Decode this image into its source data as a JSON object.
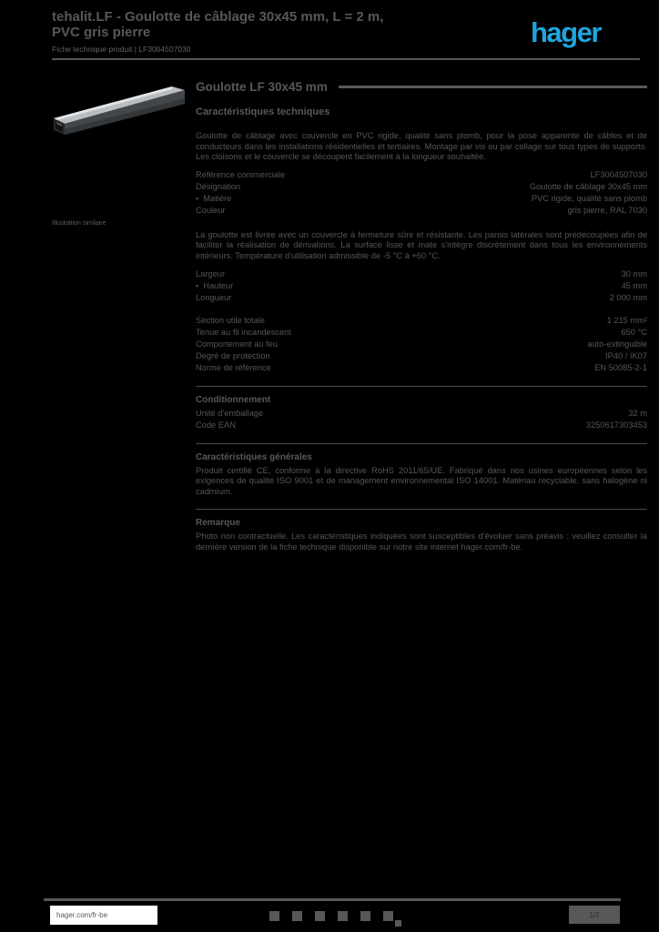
{
  "colors": {
    "background": "#000000",
    "text_gray": "#58585a",
    "brand_blue": "#1fa6df"
  },
  "header": {
    "title": "tehalit.LF - Goulotte de câblage 30x45 mm, L = 2 m, PVC gris pierre",
    "subtitle": "Fiche technique produit | LF3004507030",
    "logo_text": "hager"
  },
  "product_panel": {
    "image_caption": "Illustration similaire"
  },
  "main": {
    "title": "Goulotte LF 30x45 mm",
    "section_heading": "Caractéristiques techniques",
    "blocks": [
      {
        "type": "paragraph",
        "text": "Goulotte de câblage avec couvercle en PVC rigide, qualité sans plomb, pour la pose apparente de câbles et de conducteurs dans les installations résidentielles et tertiaires. Montage par vis ou par collage sur tous types de supports. Les cloisons et le couvercle se découpent facilement à la longueur souhaitée."
      },
      {
        "type": "rows",
        "rows": [
          {
            "label": "Référence commerciale",
            "value": "LF3004507030"
          },
          {
            "label": "Désignation",
            "value": "Goulotte de câblage 30x45 mm"
          },
          {
            "label": "Matière",
            "value": "PVC rigide, qualité sans plomb",
            "bullet": true
          },
          {
            "label": "Couleur",
            "value": "gris pierre, RAL 7030"
          }
        ]
      },
      {
        "type": "paragraph",
        "text": "La goulotte est livrée avec un couvercle à fermeture sûre et résistante. Les parois latérales sont prédécoupées afin de faciliter la réalisation de dérivations. La surface lisse et mate s'intègre discrètement dans tous les environnements intérieurs. Température d'utilisation admissible de -5 °C à +60 °C."
      },
      {
        "type": "rows",
        "rows": [
          {
            "label": "Largeur",
            "value": "30 mm"
          },
          {
            "label": "Hauteur",
            "value": "45 mm",
            "bullet": true
          },
          {
            "label": "Longueur",
            "value": "2 000 mm"
          }
        ]
      },
      {
        "type": "rows",
        "rows": [
          {
            "label": "Section utile totale",
            "value": "1 215 mm²"
          },
          {
            "label": "Tenue au fil incandescent",
            "value": "650 °C"
          },
          {
            "label": "Comportement au feu",
            "value": "auto-extinguible"
          },
          {
            "label": "Degré de protection",
            "value": "IP40 / IK07"
          },
          {
            "label": "Norme de référence",
            "value": "EN 50085-2-1"
          }
        ]
      },
      {
        "type": "section",
        "heading": "Conditionnement",
        "rows": [
          {
            "label": "Unité d'emballage",
            "value": "32 m"
          },
          {
            "label": "Code EAN",
            "value": "3250617303453"
          }
        ]
      },
      {
        "type": "section-text",
        "heading": "Caractéristiques générales",
        "text": "Produit certifié CE, conforme à la directive RoHS 2011/65/UE. Fabriqué dans nos usines européennes selon les exigences de qualité ISO 9001 et de management environnemental ISO 14001. Matériau recyclable, sans halogène ni cadmium."
      },
      {
        "type": "section-text",
        "heading": "Remarque",
        "text": "Photo non contractuelle. Les caractéristiques indiquées sont susceptibles d'évoluer sans préavis ; veuillez consulter la dernière version de la fiche technique disponible sur notre site internet hager.com/fr-be."
      }
    ]
  },
  "footer": {
    "url_label": "hager.com/fr-be",
    "icons": [
      "facebook",
      "twitter",
      "youtube",
      "linkedin",
      "instagram",
      "pinterest"
    ],
    "page_label": "1/2"
  }
}
